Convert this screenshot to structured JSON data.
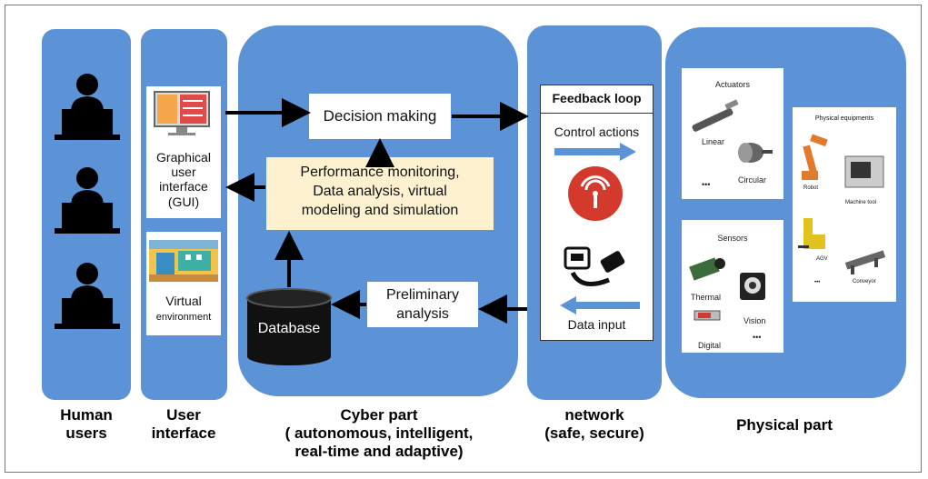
{
  "columns": {
    "human": {
      "label_1": "Human",
      "label_2": "users"
    },
    "ui": {
      "label_1": "User",
      "label_2": "interface",
      "gui_1": "Graphical",
      "gui_2": "user",
      "gui_3": "interface",
      "gui_4": "(GUI)",
      "virt_1": "Virtual",
      "virt_2": "environment"
    },
    "cyber": {
      "label_1": "Cyber part",
      "label_2": "( autonomous, intelligent,",
      "label_3": "real-time and adaptive)",
      "decision": "Decision making",
      "perf_1": "Performance monitoring,",
      "perf_2": "Data analysis, virtual",
      "perf_3": "modeling and simulation",
      "database": "Database",
      "prelim_1": "Preliminary",
      "prelim_2": "analysis"
    },
    "network": {
      "label_1": "network",
      "label_2": "(safe, secure)",
      "feedback": "Feedback loop",
      "control": "Control actions",
      "datain": "Data input"
    },
    "physical": {
      "label": "Physical part",
      "actuators": "Actuators",
      "linear": "Linear",
      "circular": "Circular",
      "act_more": "•••",
      "sensors": "Sensors",
      "thermal": "Thermal",
      "vision": "Vision",
      "digital": "Digital",
      "sen_more": "•••",
      "equip": "Physical equipments",
      "robot": "Robot",
      "machine": "Machine tool",
      "agv": "AGV",
      "conveyor": "Conveyor",
      "eq_more": "•••"
    }
  }
}
